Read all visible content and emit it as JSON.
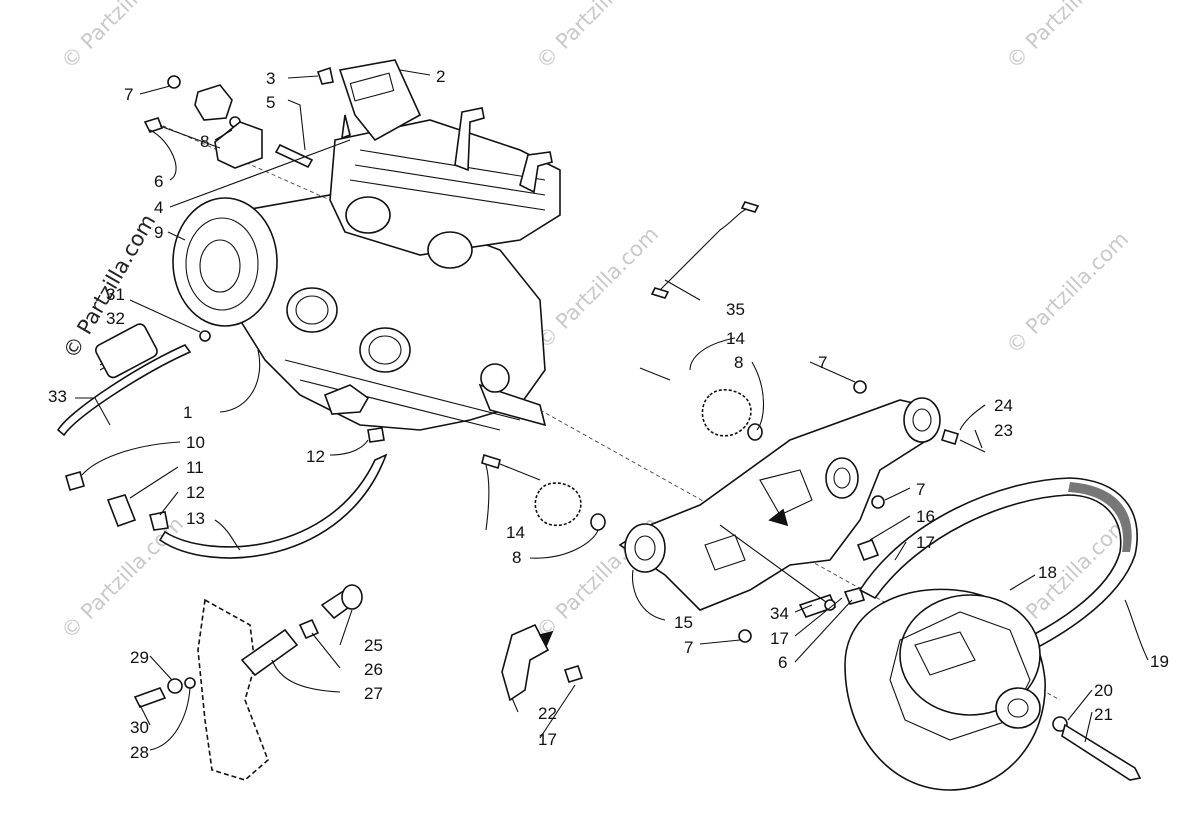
{
  "diagram": {
    "callouts": [
      "1",
      "2",
      "3",
      "4",
      "5",
      "6",
      "7",
      "8",
      "9",
      "10",
      "11",
      "12",
      "13",
      "14",
      "15",
      "16",
      "17",
      "18",
      "19",
      "20",
      "21",
      "22",
      "23",
      "24",
      "25",
      "26",
      "27",
      "28",
      "29",
      "30",
      "31",
      "32",
      "33",
      "34",
      "35"
    ],
    "watermark": "© Partzilla.com",
    "line_color": "#111111",
    "watermark_color": "#c9c9c9"
  }
}
